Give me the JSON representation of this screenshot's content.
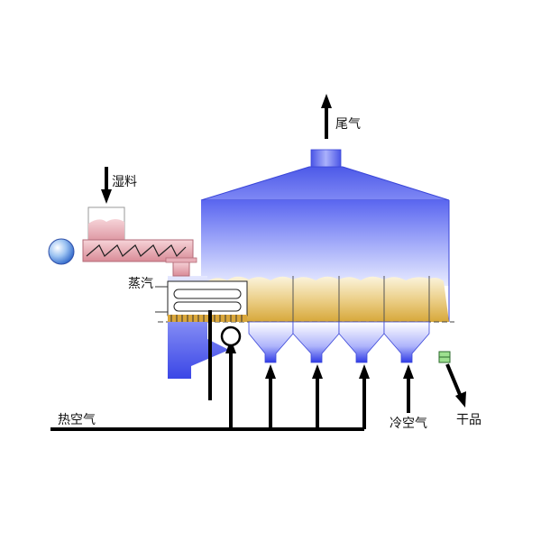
{
  "labels": {
    "tail_gas": "尾气",
    "wet_material": "湿料",
    "steam": "蒸汽",
    "hot_air": "热空气",
    "cold_air": "冷空气",
    "dry_product": "干品"
  },
  "colors": {
    "vessel_blue": "#5a66f0",
    "vessel_light": "#e4e8ff",
    "bed_yellow": "#e2b84a",
    "feeder_pink": "#e8aeb8",
    "pipe_black": "#000000"
  }
}
